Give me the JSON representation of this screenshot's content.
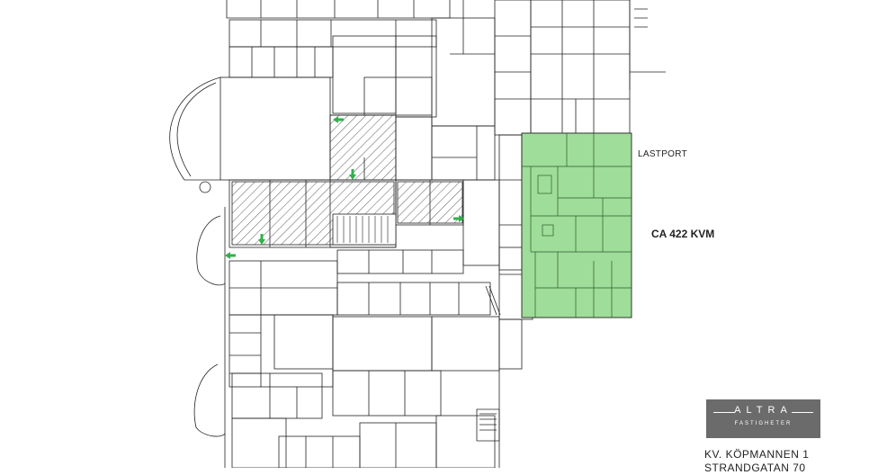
{
  "labels": {
    "lastport": "LASTPORT",
    "area": "CA 422 KVM"
  },
  "logo": {
    "name": "ALTRA",
    "sub": "FASTIGHETER"
  },
  "address": {
    "line1": "KV. KÖPMANNEN 1",
    "line2": "STRANDGATAN 70"
  },
  "colors": {
    "highlight": "#9fdd9a",
    "walls": "#222222",
    "logo_bg": "#6b6b6b",
    "arrows": "#2fb24a"
  },
  "icons": [
    "exit-arrow-icon"
  ]
}
